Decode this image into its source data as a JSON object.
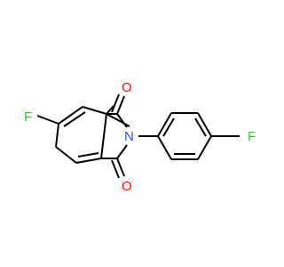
{
  "colors": {
    "bond": "#000000",
    "fluorine": "#33cc33",
    "oxygen": "#ff0d0d",
    "nitrogen": "#3050f8",
    "background": "#ffffff"
  },
  "atoms": {
    "fluorine_left": "F",
    "fluorine_right": "F",
    "oxygen_top": "O",
    "oxygen_bottom": "O",
    "nitrogen": "N"
  }
}
